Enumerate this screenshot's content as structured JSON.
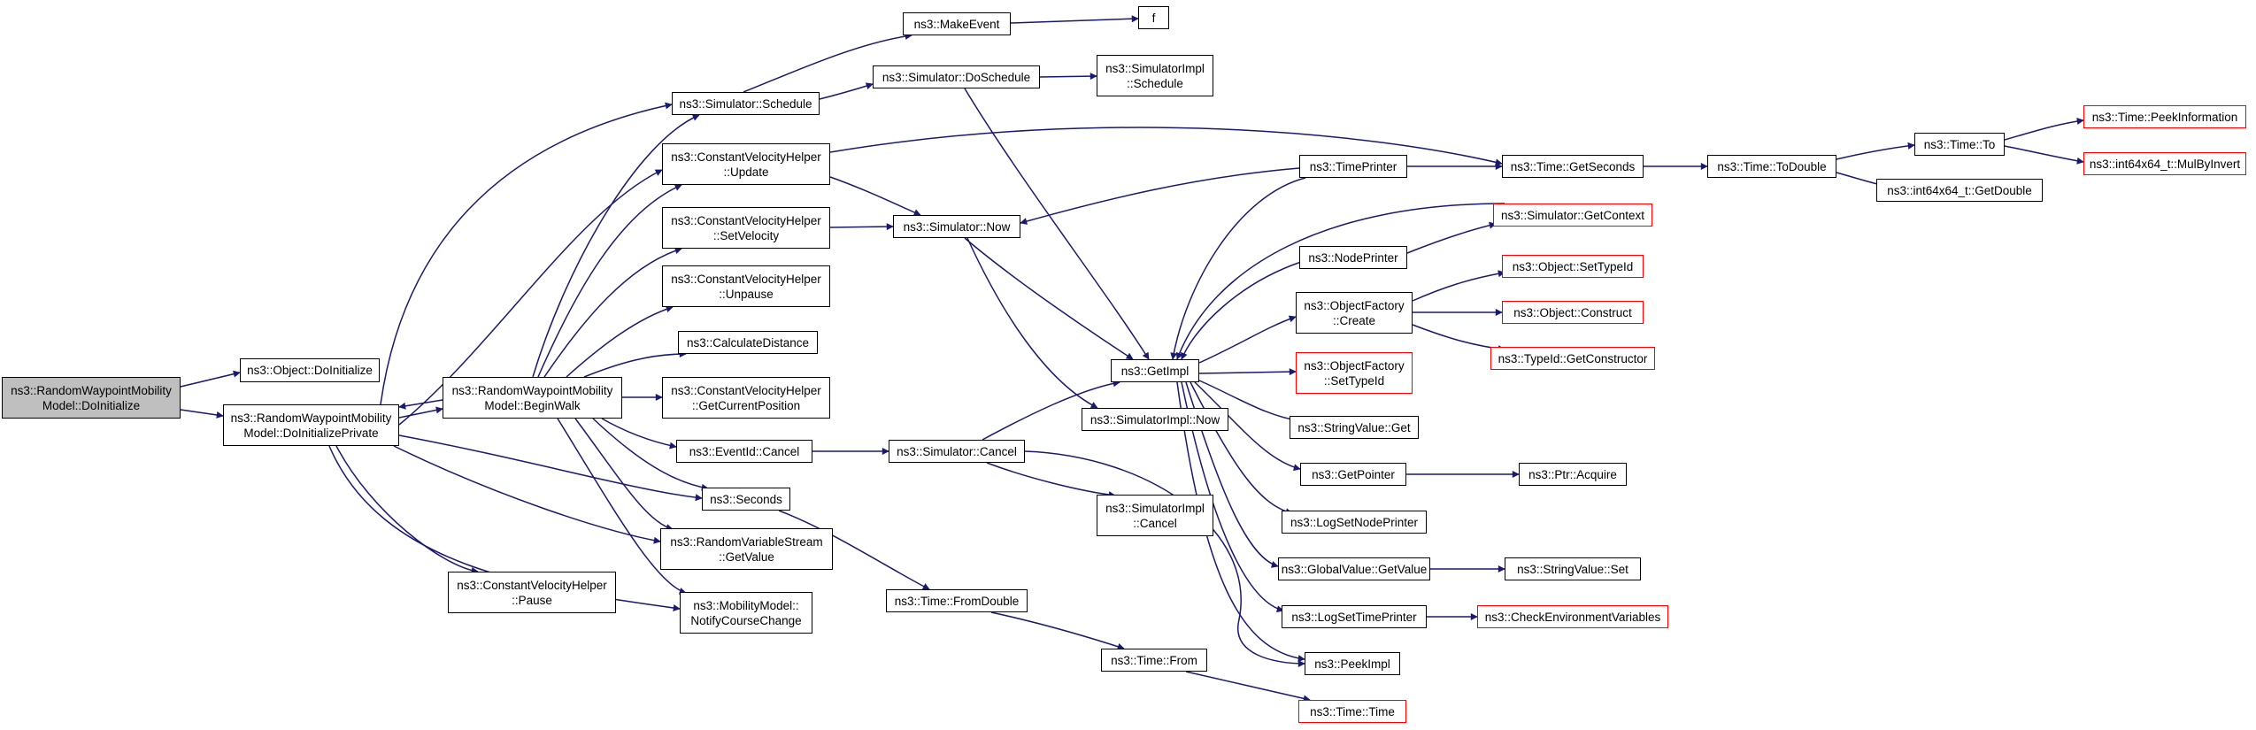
{
  "colors": {
    "edge": "#191970",
    "node_border": "#000000",
    "truncated_border": "#ff0000",
    "root_fill": "#bfbfbf",
    "node_fill": "#ffffff"
  },
  "nodes": {
    "root": [
      "ns3::RandomWaypointMobility",
      "Model::DoInitialize"
    ],
    "object_doinitialize": [
      "ns3::Object::DoInitialize"
    ],
    "rwm_doinitializeprivate": [
      "ns3::RandomWaypointMobility",
      "Model::DoInitializePrivate"
    ],
    "rwm_beginwalk": [
      "ns3::RandomWaypointMobility",
      "Model::BeginWalk"
    ],
    "cvh_pause": [
      "ns3::ConstantVelocityHelper",
      "::Pause"
    ],
    "simulator_schedule": [
      "ns3::Simulator::Schedule"
    ],
    "cvh_update": [
      "ns3::ConstantVelocityHelper",
      "::Update"
    ],
    "cvh_setvelocity": [
      "ns3::ConstantVelocityHelper",
      "::SetVelocity"
    ],
    "cvh_unpause": [
      "ns3::ConstantVelocityHelper",
      "::Unpause"
    ],
    "calculatedistance": [
      "ns3::CalculateDistance"
    ],
    "cvh_getcurrentposition": [
      "ns3::ConstantVelocityHelper",
      "::GetCurrentPosition"
    ],
    "eventid_cancel": [
      "ns3::EventId::Cancel"
    ],
    "seconds": [
      "ns3::Seconds"
    ],
    "rvs_getvalue": [
      "ns3::RandomVariableStream",
      "::GetValue"
    ],
    "mm_notifycoursechange": [
      "ns3::MobilityModel::",
      "NotifyCourseChange"
    ],
    "makeevent": [
      "ns3::MakeEvent"
    ],
    "f": [
      "f"
    ],
    "simulator_doschedule": [
      "ns3::Simulator::DoSchedule"
    ],
    "simimpl_schedule": [
      "ns3::SimulatorImpl",
      "::Schedule"
    ],
    "simulator_now": [
      "ns3::Simulator::Now"
    ],
    "simulator_cancel": [
      "ns3::Simulator::Cancel"
    ],
    "simimpl_cancel": [
      "ns3::SimulatorImpl",
      "::Cancel"
    ],
    "time_fromdouble": [
      "ns3::Time::FromDouble"
    ],
    "time_from": [
      "ns3::Time::From"
    ],
    "time_time": [
      "ns3::Time::Time"
    ],
    "getimpl": [
      "ns3::GetImpl"
    ],
    "simimpl_now": [
      "ns3::SimulatorImpl::Now"
    ],
    "timeprinter": [
      "ns3::TimePrinter"
    ],
    "nodeprinter": [
      "ns3::NodePrinter"
    ],
    "objectfactory_create": [
      "ns3::ObjectFactory",
      "::Create"
    ],
    "objectfactory_settypeid": [
      "ns3::ObjectFactory",
      "::SetTypeId"
    ],
    "stringvalue_get": [
      "ns3::StringValue::Get"
    ],
    "getpointer": [
      "ns3::GetPointer"
    ],
    "logsetnodeprinter": [
      "ns3::LogSetNodePrinter"
    ],
    "globalvalue_getvalue": [
      "ns3::GlobalValue::GetValue"
    ],
    "logsettimeprinter": [
      "ns3::LogSetTimePrinter"
    ],
    "peekimpl": [
      "ns3::PeekImpl"
    ],
    "time_getseconds": [
      "ns3::Time::GetSeconds"
    ],
    "simulator_getcontext": [
      "ns3::Simulator::GetContext"
    ],
    "object_settypeid": [
      "ns3::Object::SetTypeId"
    ],
    "object_construct": [
      "ns3::Object::Construct"
    ],
    "typeid_getconstructor": [
      "ns3::TypeId::GetConstructor"
    ],
    "ptr_acquire": [
      "ns3::Ptr::Acquire"
    ],
    "stringvalue_set": [
      "ns3::StringValue::Set"
    ],
    "checkenvironmentvariables": [
      "ns3::CheckEnvironmentVariables"
    ],
    "time_todouble": [
      "ns3::Time::ToDouble"
    ],
    "time_to": [
      "ns3::Time::To"
    ],
    "int64x64_getdouble": [
      "ns3::int64x64_t::GetDouble"
    ],
    "time_peekinformation": [
      "ns3::Time::PeekInformation"
    ],
    "int64x64_mulbyinvert": [
      "ns3::int64x64_t::MulByInvert"
    ]
  }
}
